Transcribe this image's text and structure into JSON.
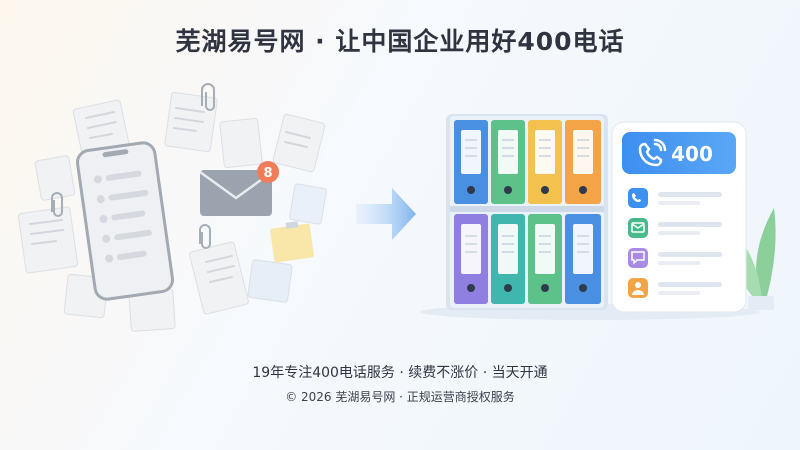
{
  "header": {
    "title": "芜湖易号网 · 让中国企业用好400电话"
  },
  "illustration": {
    "mail_badge_count": "8",
    "phone_card_label": "400",
    "contact_icons": [
      "phone-icon",
      "mail-icon",
      "chat-icon",
      "user-icon"
    ],
    "colors": {
      "accent_blue": "#3d8ff0",
      "binder_blue": "#4a90e2",
      "binder_green": "#5cc28a",
      "binder_yellow": "#f2c14e",
      "binder_orange": "#f3a446",
      "binder_purple": "#8f7fe0",
      "binder_teal": "#3fb7ae",
      "badge_orange": "#f07c5a"
    }
  },
  "footer": {
    "tagline": "19年专注400电话服务 · 续费不涨价 · 当天开通",
    "copyright": "© 2026 芜湖易号网 · 正规运营商授权服务"
  }
}
